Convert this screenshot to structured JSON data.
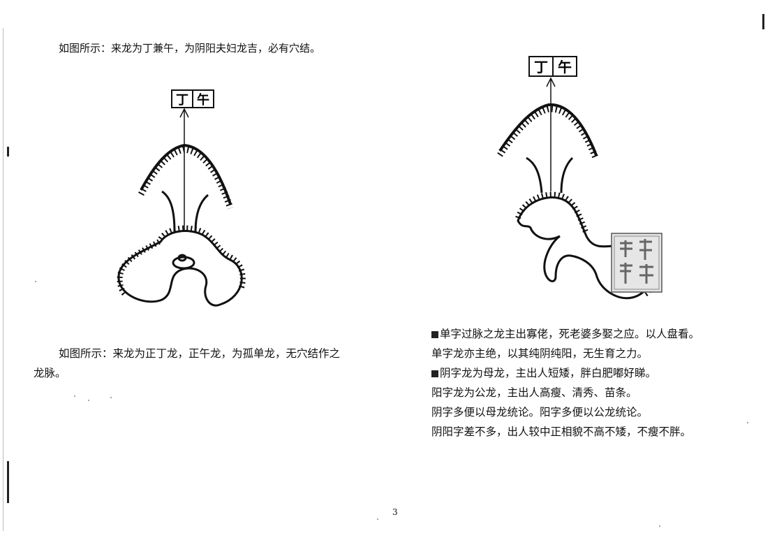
{
  "left_page": {
    "caption_top": "如图所示：来龙为丁兼午，为阴阳夫妇龙吉，必有穴结。",
    "diagram_label_left": "丁",
    "diagram_label_right": "午",
    "caption_bottom_line1": "如图所示：来龙为正丁龙，正午龙，为孤单龙，无穴结作之",
    "caption_bottom_line2": "龙脉。"
  },
  "right_page": {
    "diagram_label_left": "丁",
    "diagram_label_right": "午",
    "text_lines": [
      "单字过脉之龙主出寡佬，死老婆多娶之应。以人盘看。",
      "单字龙亦主绝，以其纯阴纯阳，无生育之力。",
      "阴字龙为母龙，主出人短矮，胖白肥嘟好睇。",
      "阳字龙为公龙，主出人高瘦、清秀、苗条。",
      "阴字多便以母龙统论。阳字多便以公龙统论。",
      "阴阳字差不多，出人较中正相貌不高不矮，不瘦不胖。"
    ]
  },
  "page_number": "3"
}
